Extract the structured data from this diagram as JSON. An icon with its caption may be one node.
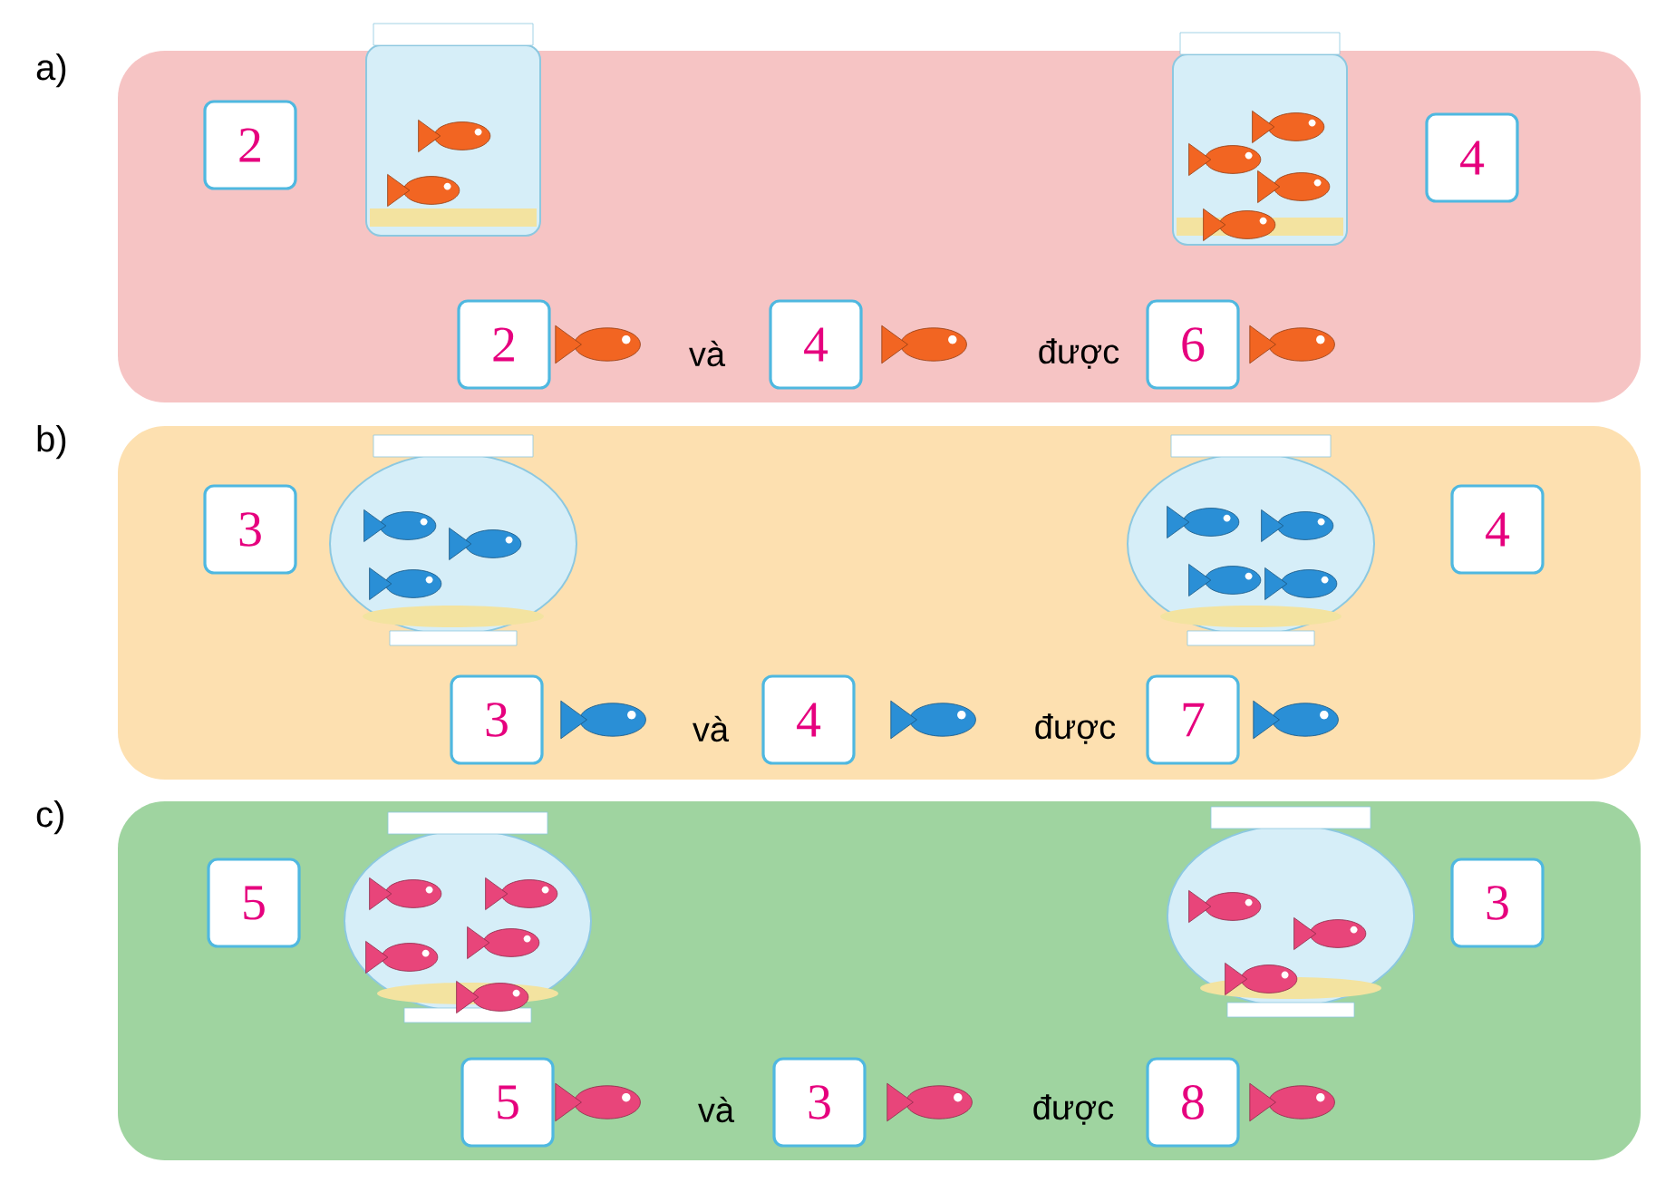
{
  "diagram": {
    "nodes": [
      {
        "text": [
          "a)"
        ]
      },
      {
        "text": [
          "2"
        ],
        "in": 0
      },
      {
        "text": [
          "4"
        ],
        "in": 0
      },
      {
        "text": [
          "2"
        ],
        "in": 0
      },
      {
        "text": [
          "4"
        ],
        "in": 0
      },
      {
        "text": [
          "6"
        ],
        "in": 0
      },
      {
        "text": [
          "b)"
        ]
      },
      {
        "text": [
          "3"
        ],
        "in": 6
      },
      {
        "text": [
          "4"
        ],
        "in": 6
      },
      {
        "text": [
          "3"
        ],
        "in": 6
      },
      {
        "text": [
          "4"
        ],
        "in": 6
      },
      {
        "text": [
          "7"
        ],
        "in": 6
      },
      {
        "text": [
          "c)"
        ]
      },
      {
        "text": [
          "5"
        ],
        "in": 12
      },
      {
        "text": [
          "3"
        ],
        "in": 12
      },
      {
        "text": [
          "5"
        ],
        "in": 12
      },
      {
        "text": [
          "3"
        ],
        "in": 12
      },
      {
        "text": [
          "8"
        ],
        "in": 12
      }
    ],
    "labels": [
      "và",
      "được",
      "và",
      "được",
      "và",
      "được"
    ]
  }
}
